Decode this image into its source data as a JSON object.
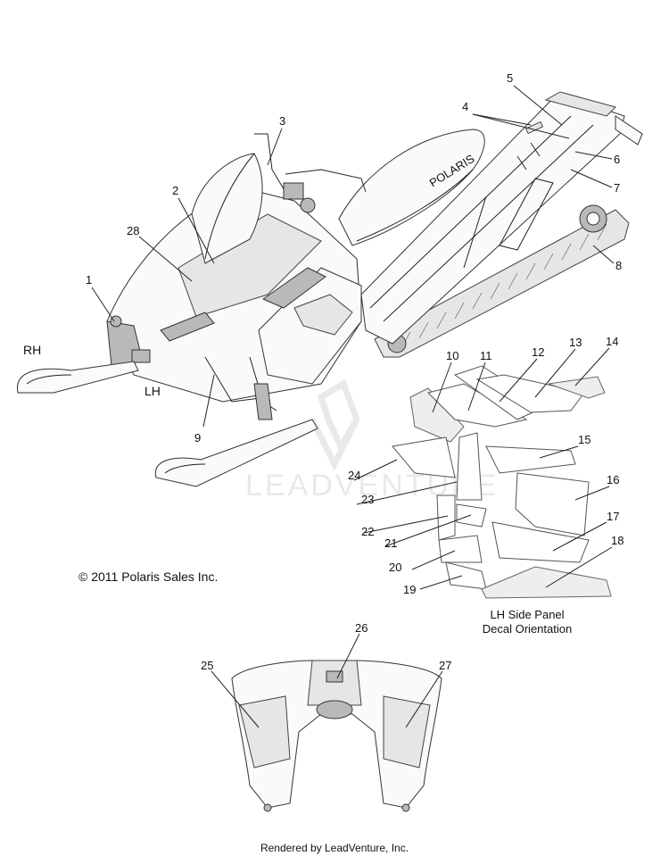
{
  "callouts": [
    "1",
    "2",
    "3",
    "4",
    "5",
    "6",
    "7",
    "8",
    "9",
    "10",
    "11",
    "12",
    "13",
    "14",
    "15",
    "16",
    "17",
    "18",
    "19",
    "20",
    "21",
    "22",
    "23",
    "24",
    "25",
    "26",
    "27",
    "28"
  ],
  "side_labels": {
    "rh": "RH",
    "lh": "LH"
  },
  "brand_on_seat": "POLARIS",
  "copyright": "© 2011 Polaris Sales Inc.",
  "decal_caption": {
    "line1": "LH Side Panel",
    "line2": "Decal Orientation"
  },
  "watermark": "LEADVENTURE",
  "footer": "Rendered by LeadVenture, Inc."
}
